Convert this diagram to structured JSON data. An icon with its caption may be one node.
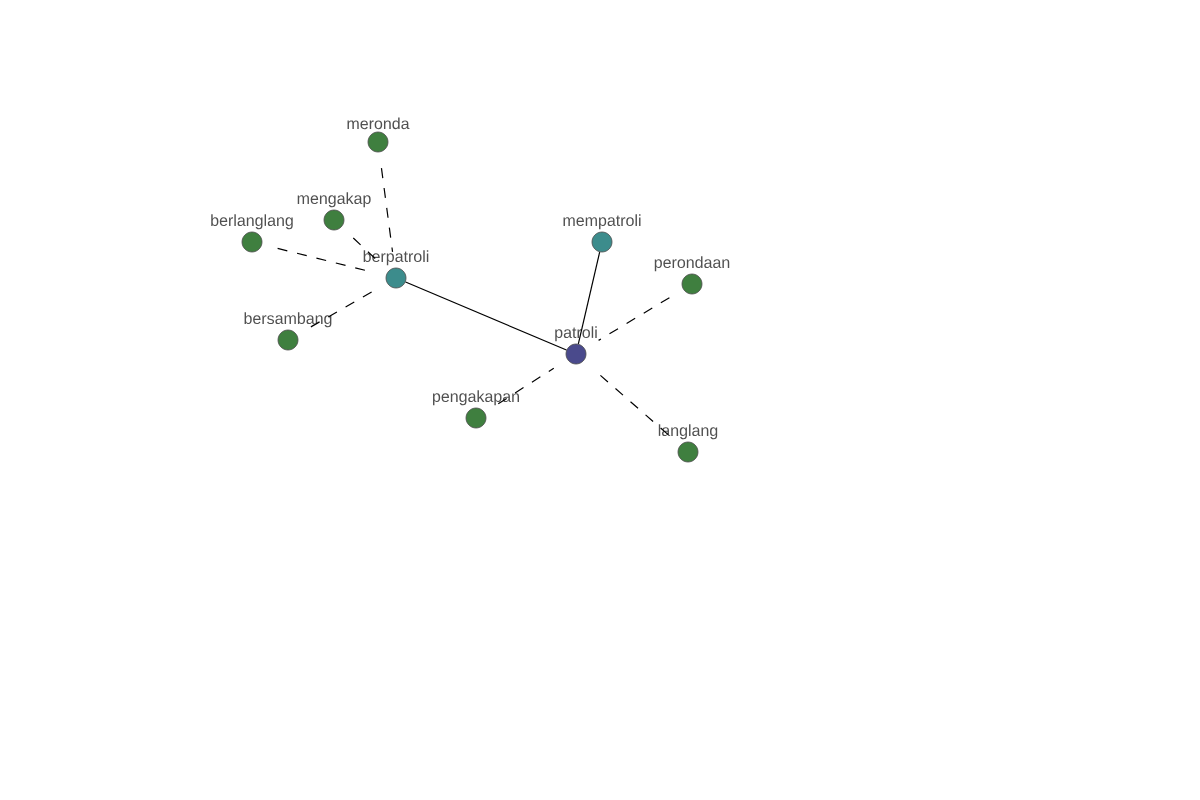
{
  "diagram": {
    "nodes": [
      {
        "text": [
          "patroli"
        ]
      },
      {
        "text": [
          "berpatroli"
        ]
      },
      {
        "text": [
          "mempatroli"
        ]
      },
      {
        "text": [
          "meronda"
        ]
      },
      {
        "text": [
          "mengakap"
        ]
      },
      {
        "text": [
          "berlanglang"
        ]
      },
      {
        "text": [
          "bersambang"
        ]
      },
      {
        "text": [
          "perondaan"
        ]
      },
      {
        "text": [
          "pengakapan"
        ]
      },
      {
        "text": [
          "langlang"
        ]
      }
    ],
    "edges": [
      {
        "from": 1,
        "to": 0,
        "arrow": "none"
      },
      {
        "from": 2,
        "to": 0,
        "arrow": "none"
      },
      {
        "from": 3,
        "to": 1,
        "arrow": "none",
        "style": "dashed"
      },
      {
        "from": 4,
        "to": 1,
        "arrow": "none",
        "style": "dashed"
      },
      {
        "from": 5,
        "to": 1,
        "arrow": "none",
        "style": "dashed"
      },
      {
        "from": 6,
        "to": 1,
        "arrow": "none",
        "style": "dashed"
      },
      {
        "from": 7,
        "to": 0,
        "arrow": "none",
        "style": "dashed"
      },
      {
        "from": 8,
        "to": 0,
        "arrow": "none",
        "style": "dashed"
      },
      {
        "from": 9,
        "to": 0,
        "arrow": "none",
        "style": "dashed"
      }
    ]
  }
}
